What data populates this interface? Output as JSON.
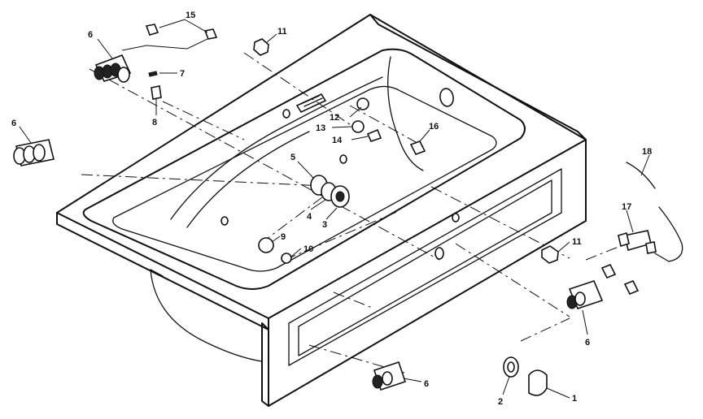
{
  "callouts": [
    {
      "id": "c1",
      "text": "1"
    },
    {
      "id": "c2",
      "text": "2"
    },
    {
      "id": "c3",
      "text": "3"
    },
    {
      "id": "c4",
      "text": "4"
    },
    {
      "id": "c5",
      "text": "5"
    },
    {
      "id": "c6a",
      "text": "6"
    },
    {
      "id": "c6b",
      "text": "6"
    },
    {
      "id": "c6c",
      "text": "6"
    },
    {
      "id": "c6d",
      "text": "6"
    },
    {
      "id": "c7",
      "text": "7"
    },
    {
      "id": "c8",
      "text": "8"
    },
    {
      "id": "c9",
      "text": "9"
    },
    {
      "id": "c10",
      "text": "10"
    },
    {
      "id": "c11a",
      "text": "11"
    },
    {
      "id": "c11b",
      "text": "11"
    },
    {
      "id": "c12",
      "text": "12"
    },
    {
      "id": "c13",
      "text": "13"
    },
    {
      "id": "c14",
      "text": "14"
    },
    {
      "id": "c15",
      "text": "15"
    },
    {
      "id": "c16",
      "text": "16"
    },
    {
      "id": "c17",
      "text": "17"
    },
    {
      "id": "c18",
      "text": "18"
    }
  ]
}
